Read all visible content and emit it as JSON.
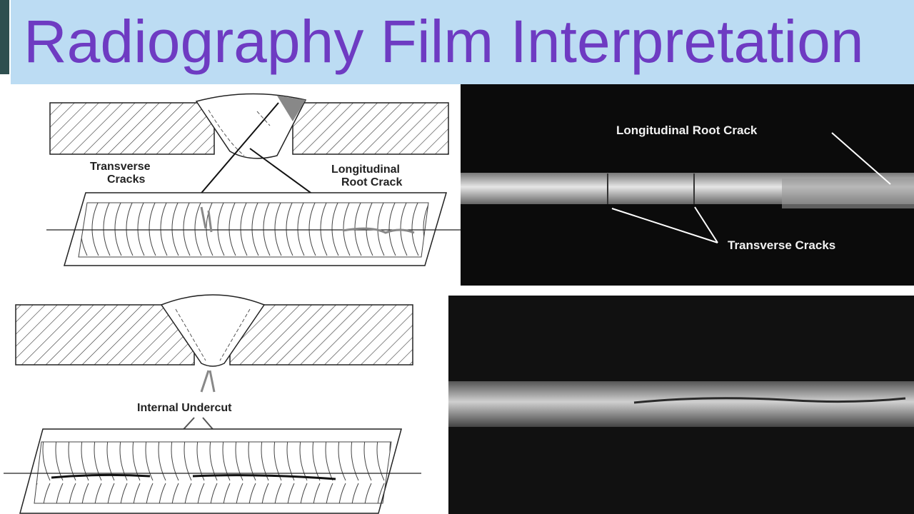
{
  "title": "Radiography Film Interpretation",
  "top_diagram": {
    "label_transverse_line1": "Transverse",
    "label_transverse_line2": "Cracks",
    "label_longitudinal_line1": "Longitudinal",
    "label_longitudinal_line2": "Root Crack"
  },
  "top_radiograph": {
    "label_longitudinal": "Longitudinal Root Crack",
    "label_transverse": "Transverse Cracks"
  },
  "bottom_diagram": {
    "label_undercut": "Internal Undercut"
  },
  "colors": {
    "title_text": "#6e3bc2",
    "title_band": "#bcdcf3",
    "film_background": "#0b0b0b"
  }
}
